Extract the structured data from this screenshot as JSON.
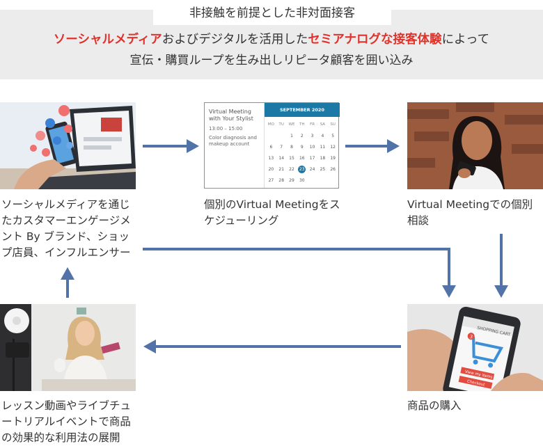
{
  "header": {
    "title": "非接触を前提とした非対面接客",
    "line1_hl1": "ソーシャルメディア",
    "line1_mid": "およびデジタルを活用した",
    "line1_hl2": "セミアナログな接客体験",
    "line1_tail": "によって",
    "line2": "宣伝・購買ループを生み出しリピータ顧客を囲い込み"
  },
  "steps": {
    "social": "ソーシャルメディアを通じたカスタマーエンゲージメント By ブランド、ショップ店員、インフルエンサー",
    "schedule": "個別のVirtual Meetingをスケジューリング",
    "consult": "Virtual Meetingでの個別相談",
    "purchase": "商品の購入",
    "lesson": "レッスン動画やライブチュートリアルイベントで商品の効果的な利用法の展開"
  },
  "calendar": {
    "event_title": "Virtual Meeting with Your Stylist",
    "event_time": "13:00 – 15:00",
    "event_note": "Color diagnosis and makeup account",
    "month": "SEPTEMBER 2020",
    "dow": [
      "MO",
      "TU",
      "WE",
      "TH",
      "FR",
      "SA",
      "SU"
    ],
    "weeks": [
      [
        "",
        "",
        "1",
        "2",
        "3",
        "4",
        "5"
      ],
      [
        "6",
        "7",
        "8",
        "9",
        "10",
        "11",
        "12"
      ],
      [
        "13",
        "14",
        "15",
        "16",
        "17",
        "18",
        "19"
      ],
      [
        "20",
        "21",
        "22",
        "23",
        "24",
        "25",
        "26"
      ],
      [
        "27",
        "28",
        "29",
        "30",
        "",
        "",
        ""
      ]
    ],
    "selected": "23"
  },
  "phone_screen": {
    "title": "SHOPPING CART",
    "badge": "3",
    "button1": "View my items",
    "button2": "Checkout"
  },
  "colors": {
    "arrow": "#5273a8",
    "highlight": "#e0322b",
    "band": "#ececec",
    "calendar_accent": "#1c79a6"
  }
}
